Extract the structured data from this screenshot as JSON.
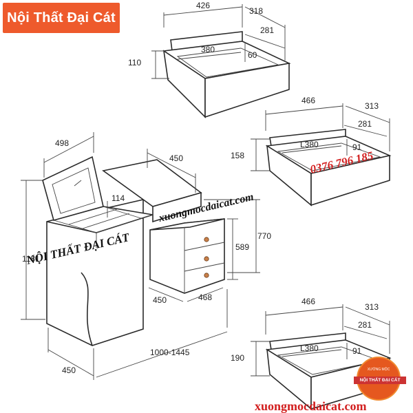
{
  "brand": {
    "title": "Nội Thất Đại Cát"
  },
  "colors": {
    "brand_orange": "#ee5a2c",
    "watermark_red": "#d21e1e",
    "line": "#333333"
  },
  "drawer_top": {
    "width": "426",
    "depth": "318",
    "inner_depth": "281",
    "inner_width": "380",
    "rail": "60",
    "height": "110"
  },
  "drawer_mid": {
    "width": "466",
    "depth": "313",
    "inner_depth": "281",
    "inner_width": "L380",
    "rail": "91",
    "height": "158"
  },
  "drawer_bottom": {
    "width": "466",
    "depth": "313",
    "inner_depth": "281",
    "inner_width": "L380",
    "rail": "91",
    "height": "190"
  },
  "table": {
    "lid_width": "498",
    "top_width": "450",
    "compartment": "114",
    "total_height": "1181",
    "cabinet_height": "589",
    "table_height": "770",
    "cabinet_depth": "450",
    "cabinet_width": "468",
    "length": "1000-1445",
    "depth": "450"
  },
  "watermarks": {
    "website": "xuongmocdaicat.com",
    "brand_caps": "NỘI THẤT ĐẠI CÁT",
    "phone": "0376 796 185",
    "website_bottom": "xuongmocdaicat.com"
  },
  "logo": {
    "top": "XƯỞNG MỘC",
    "main": "NỘI THẤT ĐẠI CÁT"
  }
}
